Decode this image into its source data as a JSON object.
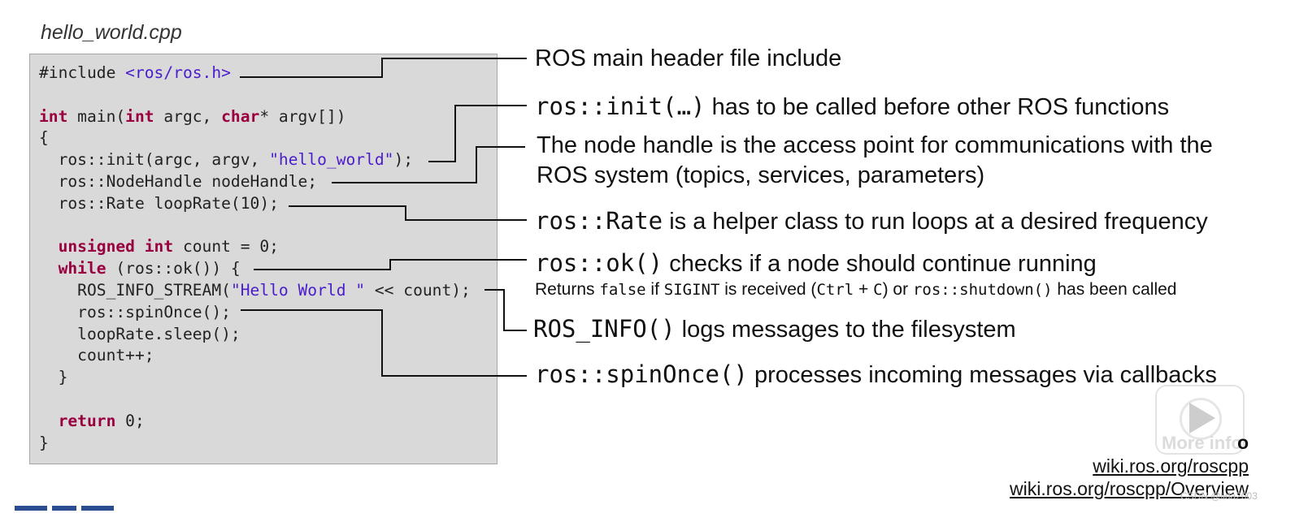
{
  "filename": "hello_world.cpp",
  "code": {
    "include_kw": "#include ",
    "include_path": "<ros/ros.h>",
    "main_int": "int",
    "main_mid": " main(",
    "main_int2": "int",
    "main_argc": " argc, ",
    "main_char": "char",
    "main_end": "* argv[])",
    "open_brace": "{",
    "init_pre": "  ros::init(argc, argv, ",
    "init_str": "\"hello_world\"",
    "init_end": ");",
    "nodehandle": "  ros::NodeHandle nodeHandle;",
    "rate": "  ros::Rate loopRate(10);",
    "count_unsigned": "unsigned",
    "count_int": "int",
    "count_rest": " count = 0;",
    "while_kw": "while",
    "while_rest": " (ros::ok()) {",
    "stream_pre": "    ROS_INFO_STREAM(",
    "stream_str": "\"Hello World \"",
    "stream_end": " << count);",
    "spin": "    ros::spinOnce();",
    "sleep": "    loopRate.sleep();",
    "countpp": "    count++;",
    "inner_close": "  }",
    "return_kw": "return",
    "return_rest": " 0;",
    "close_brace": "}"
  },
  "annotations": {
    "header": "ROS main header file include",
    "init_code": "ros::init(…)",
    "init_text": " has to be called before other ROS functions",
    "nodehandle_1": "The node handle is the access point for communications with the",
    "nodehandle_2": "ROS system (topics, services, parameters)",
    "rate_code": "ros::Rate",
    "rate_text": "  is a helper class to run loops at a desired frequency",
    "ok_code": "ros::ok()",
    "ok_text": " checks if a node should continue running",
    "ok_sub_1": "Returns ",
    "ok_sub_false": "false",
    "ok_sub_2": " if ",
    "ok_sub_sigint": "SIGINT",
    "ok_sub_3": " is received (",
    "ok_sub_ctrl": "Ctrl",
    "ok_sub_4": " + ",
    "ok_sub_c": "C",
    "ok_sub_5": ") or ",
    "ok_sub_shutdown": "ros::shutdown()",
    "ok_sub_6": " has been called",
    "info_code": "ROS_INFO()",
    "info_text": " logs messages to the filesystem",
    "spin_code": "ros::spinOnce()",
    "spin_text": " processes incoming messages via callbacks"
  },
  "links": {
    "more_info_o": "o",
    "link1": "wiki.ros.org/roscpp",
    "link2": "wiki.ros.org/roscpp/Overview"
  },
  "overlay": {
    "more_info_label": "More info",
    "play_icon": "play-icon"
  },
  "watermark": "CSDN @lida2003"
}
